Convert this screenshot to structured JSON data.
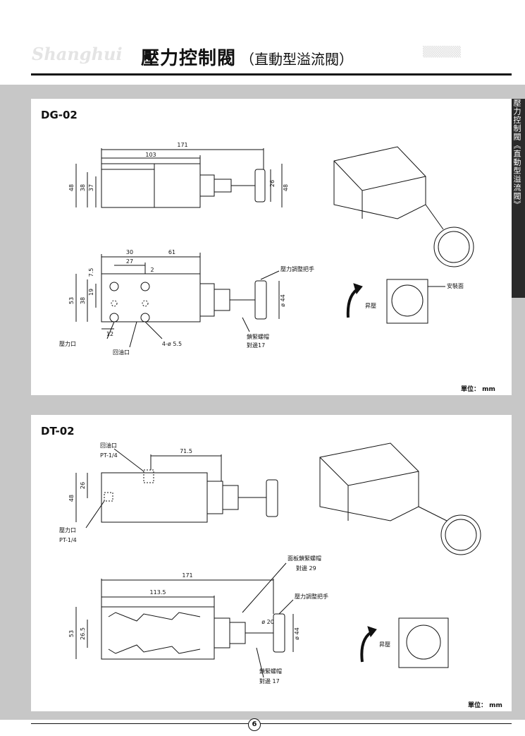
{
  "header": {
    "title_main": "壓力控制閥",
    "title_sub": "（直動型溢流閥）"
  },
  "side_tab": "壓力控制閥《直動型溢流閥》",
  "sections": {
    "dg": {
      "model": "DG-02",
      "dims": [
        "171",
        "103",
        "48",
        "38",
        "37",
        "26",
        "48",
        "30",
        "61",
        "27",
        "2",
        "7.5",
        "19",
        "53",
        "38",
        "12",
        "4-ø 5.5",
        "ø 44"
      ],
      "labels": {
        "handle": "壓力調整把手",
        "mount": "安裝面",
        "lift": "昇壓",
        "pressure_port": "壓力口",
        "return_port": "回油口",
        "locknut": "鎖緊螺帽",
        "across": "對邊17"
      },
      "unit": "單位： mm"
    },
    "dt": {
      "model": "DT-02",
      "dims": [
        "71.5",
        "26",
        "48",
        "171",
        "113.5",
        "53",
        "26.5",
        "ø 20",
        "ø 44"
      ],
      "labels": {
        "return_port": "回油口",
        "return_pt": "PT-1/4",
        "pressure_port": "壓力口",
        "pressure_pt": "PT-1/4",
        "panel_nut": "面板鎖緊螺帽",
        "across_29": "對邊 29",
        "handle": "壓力調整把手",
        "lift": "昇壓",
        "locknut": "鎖緊螺帽",
        "across_17": "對邊 17"
      },
      "unit": "單位： mm"
    }
  },
  "page_number": "6"
}
